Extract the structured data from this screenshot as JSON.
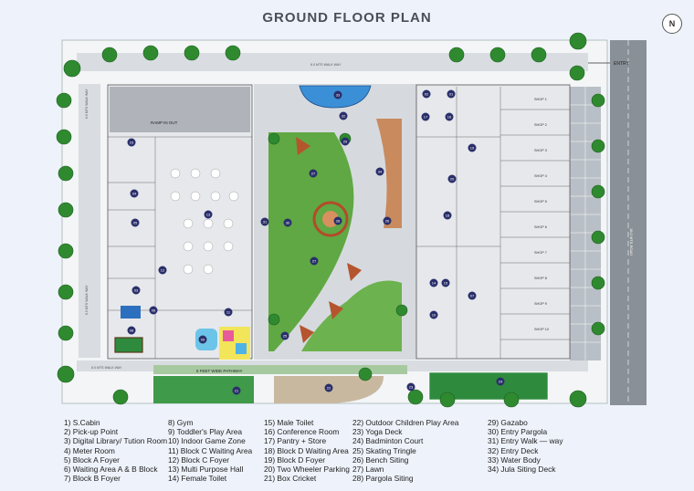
{
  "title": "GROUND FLOOR PLAN",
  "north_symbol": "N",
  "labels": {
    "entry": "ENTRY",
    "ramp": "RAMP IN OUT",
    "walkway_top": "6.0 MTS WALK WAY",
    "walkway_left_top": "6.0 MTS WALK WAY",
    "walkway_left_bottom": "6.0 MTS WALK WAY",
    "walkway_bottom": "6.0 MTS WALK WAY",
    "pathway": "5 FEET WIDE PATHWAY",
    "road": "18.0 MTS ROAD"
  },
  "legend": [
    [
      "1) S.Cabin",
      "2) Pick-up Point",
      "3) Digital Library/ Tution Room",
      "4) Meter Room",
      "5) Block A Foyer",
      "6) Waiting Area A & B Block",
      "7) Block B Foyer"
    ],
    [
      "8) Gym",
      "9) Toddler's Play Area",
      "10) Indoor Game Zone",
      "11) Block C Waiting Area",
      "12) Block C Foyer",
      "13) Multi Purpose Hall",
      "14) Female Toilet"
    ],
    [
      "15) Male Toilet",
      "16) Conference Room",
      "17) Pantry + Store",
      "18) Block D Waiting Area",
      "19) Block D Foyer",
      "20) Two Wheeler Parking",
      "21) Box Cricket"
    ],
    [
      "22) Outdoor Children Play Area",
      "23) Yoga Deck",
      "24) Badminton Court",
      "25) Skating Tringle",
      "26) Bench Siting",
      "27) Lawn",
      "28) Pargola Siting"
    ],
    [
      "29) Gazabo",
      "30) Entry Pargola",
      "31) Entry Walk — way",
      "32) Entry Deck",
      "33) Water Body",
      "34) Jula Siting Deck"
    ]
  ],
  "markers": [
    "01",
    "02",
    "03",
    "04",
    "05",
    "06",
    "07",
    "08",
    "09",
    "10",
    "11",
    "12",
    "13",
    "14",
    "15",
    "16",
    "17",
    "18",
    "19",
    "20",
    "21",
    "22",
    "23",
    "24",
    "25",
    "26",
    "27",
    "28",
    "29",
    "30",
    "31",
    "32",
    "33",
    "34"
  ],
  "shops": [
    "SHOP 1",
    "SHOP 2",
    "SHOP 3",
    "SHOP 4",
    "SHOP 5",
    "SHOP 6",
    "SHOP 7",
    "SHOP 8",
    "SHOP 9",
    "SHOP 10"
  ],
  "colors": {
    "lawn": "#5fa843",
    "building": "#e3e6eb",
    "paving": "#cfd4da",
    "road": "#7f868f",
    "accent": "#2a2f6a",
    "tree": "#2f8a2f",
    "water": "#3b8fd6",
    "deck": "#c98a5e"
  }
}
